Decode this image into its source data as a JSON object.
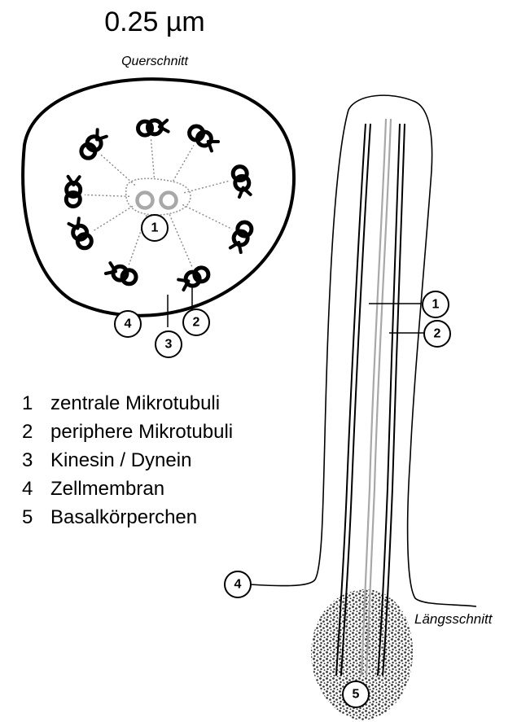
{
  "title": "0.25 µm",
  "cross_section": {
    "caption": "Querschnitt",
    "callouts": [
      "1",
      "4",
      "2",
      "3"
    ]
  },
  "longitudinal_section": {
    "caption": "Längsschnitt",
    "callouts": [
      "1",
      "2",
      "4",
      "5"
    ]
  },
  "legend": [
    {
      "number": "1",
      "label": "zentrale Mikrotubuli"
    },
    {
      "number": "2",
      "label": "periphere Mikrotubuli"
    },
    {
      "number": "3",
      "label": "Kinesin / Dynein"
    },
    {
      "number": "4",
      "label": "Zellmembran"
    },
    {
      "number": "5",
      "label": "Basalkörperchen"
    }
  ],
  "colors": {
    "line": "#000000",
    "central_microtubule": "#a8a8a8",
    "basal_body_dots": "#333333"
  }
}
